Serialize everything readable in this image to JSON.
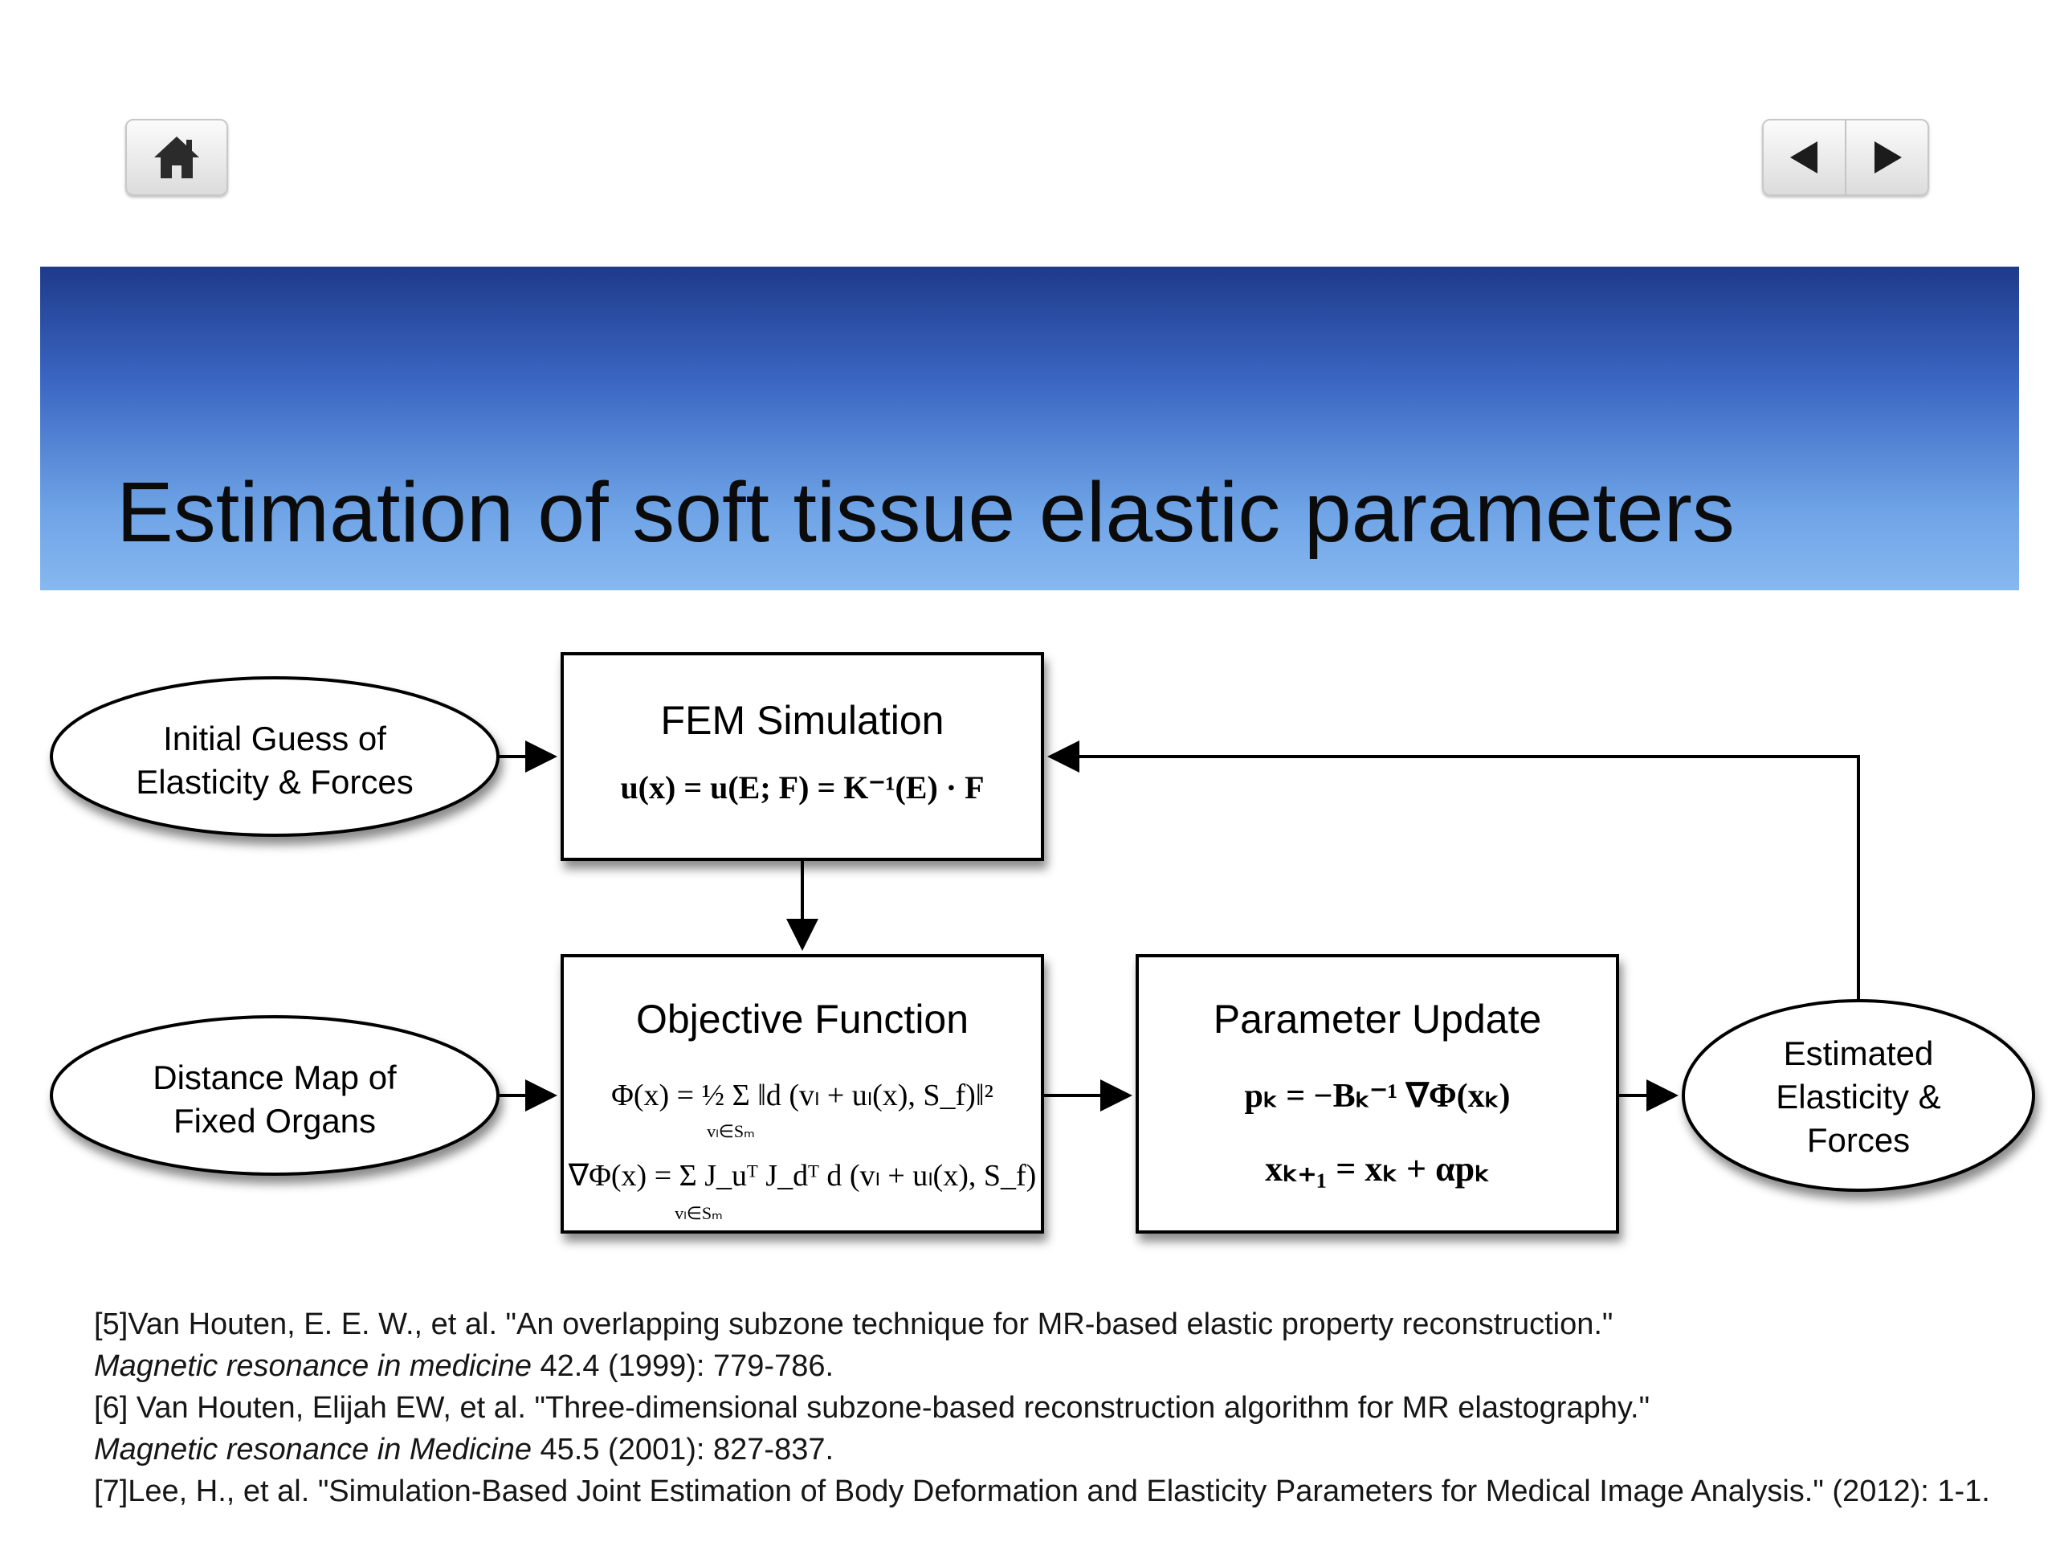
{
  "title": "Estimation of soft tissue elastic parameters",
  "nav": {
    "home_icon": "home-icon",
    "prev_icon": "triangle-left-icon",
    "next_icon": "triangle-right-icon"
  },
  "diagram": {
    "initial_guess": {
      "line1": "Initial Guess of",
      "line2": "Elasticity & Forces"
    },
    "distance_map": {
      "line1": "Distance Map of",
      "line2": "Fixed Organs"
    },
    "fem": {
      "title": "FEM Simulation",
      "formula": "u(x) = u(E; F) = K⁻¹(E) · F"
    },
    "objective": {
      "title": "Objective Function",
      "formula1": "Φ(x) = ½ Σ ‖d (vₗ + uₗ(x), S_f)‖²",
      "formula2": "∇Φ(x) = Σ J_uᵀ J_dᵀ d (vₗ + uₗ(x), S_f)",
      "sum_index": "vₗ∈Sₘ"
    },
    "param_update": {
      "title": "Parameter Update",
      "formula1": "pₖ = −Bₖ⁻¹ ∇Φ(xₖ)",
      "formula2": "xₖ₊₁ = xₖ + αpₖ"
    },
    "estimated": {
      "line1": "Estimated",
      "line2": "Elasticity &",
      "line3": "Forces"
    }
  },
  "references": {
    "ref5_line1": "[5]Van Houten, E. E. W., et al. \"An overlapping subzone technique for MR-based elastic property reconstruction.\"",
    "ref5_line2_journal": "Magnetic resonance in medicine",
    "ref5_line2_rest": " 42.4 (1999): 779-786.",
    "ref6_line1": "[6] Van Houten, Elijah EW, et al. \"Three-dimensional subzone-based reconstruction algorithm for MR elastography.\"",
    "ref6_line2_journal": "Magnetic resonance in Medicine",
    "ref6_line2_rest": " 45.5 (2001): 827-837.",
    "ref7_line1": "[7]Lee, H., et al. \"Simulation-Based Joint Estimation of Body Deformation and Elasticity Parameters for Medical Image Analysis.\" (2012): 1-1."
  },
  "colors": {
    "band_top": "#1e3a8a",
    "band_bottom": "#86b8f0",
    "stroke": "#000000"
  }
}
